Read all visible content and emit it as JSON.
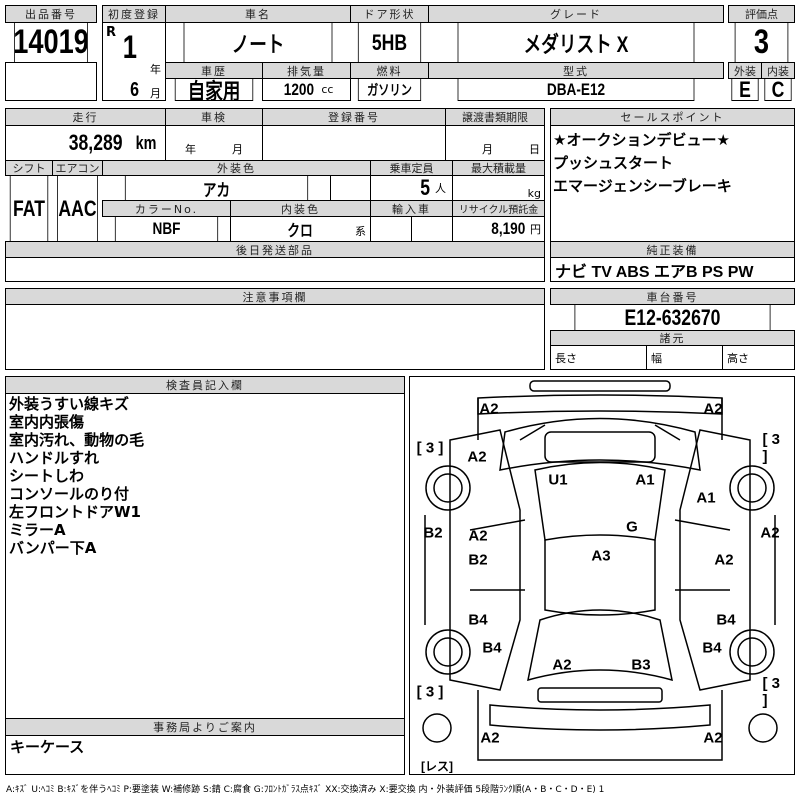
{
  "lot": {
    "label": "出品番号",
    "value": "14019"
  },
  "first_reg": {
    "label": "初度登録",
    "era": "R",
    "year": "1",
    "year_unit": "年",
    "month": "6",
    "month_unit": "月"
  },
  "car_name": {
    "label": "車名",
    "value": "ノート"
  },
  "door": {
    "label": "ドア形状",
    "value": "5HB"
  },
  "grade": {
    "label": "グレード",
    "value": "メダリスト X"
  },
  "history": {
    "label": "車歴",
    "value": "自家用"
  },
  "displacement": {
    "label": "排気量",
    "value": "1200",
    "unit": "cc"
  },
  "fuel": {
    "label": "燃料",
    "value": "ガソリン"
  },
  "model": {
    "label": "型式",
    "value": "DBA-E12"
  },
  "score": {
    "label": "評価点",
    "value": "3",
    "ext_label": "外装",
    "int_label": "内装",
    "ext": "E",
    "int": "C"
  },
  "mileage": {
    "label": "走行",
    "value": "38,289",
    "unit": "km"
  },
  "inspection": {
    "label": "車検",
    "year_unit": "年",
    "month_unit": "月"
  },
  "reg_no": {
    "label": "登録番号"
  },
  "transfer": {
    "label": "譲渡書類期限",
    "month_unit": "月",
    "day_unit": "日"
  },
  "shift": {
    "label": "シフト",
    "value": "FAT"
  },
  "ac": {
    "label": "エアコン",
    "value": "AAC"
  },
  "ext_color": {
    "label": "外装色",
    "value": "アカ"
  },
  "capacity": {
    "label": "乗車定員",
    "value": "5",
    "unit": "人"
  },
  "max_load": {
    "label": "最大積載量",
    "unit": "kg"
  },
  "color_no": {
    "label": "カラーNo.",
    "value": "NBF"
  },
  "int_color": {
    "label": "内装色",
    "value": "クロ",
    "unit": "系"
  },
  "import": {
    "label": "輸入車"
  },
  "recycle": {
    "label": "リサイクル預託金",
    "value": "8,190",
    "unit": "円"
  },
  "later_parts": {
    "label": "後日発送部品"
  },
  "sales_points": {
    "label": "セールスポイント",
    "items": [
      "★オークションデビュー★",
      "プッシュスタート",
      "エマージェンシーブレーキ"
    ]
  },
  "equipment": {
    "label": "純正装備",
    "value": "ナビ TV ABS エアB PS PW"
  },
  "notes": {
    "label": "注意事項欄"
  },
  "chassis": {
    "label": "車台番号",
    "value": "E12-632670",
    "spec_label": "諸元",
    "length": "長さ",
    "width": "幅",
    "height": "高さ"
  },
  "inspector": {
    "label": "検査員記入欄",
    "items": [
      "外装うすい線キズ",
      "室内内張傷",
      "室内汚れ、動物の毛",
      "ハンドルすれ",
      "シートしわ",
      "コンソールのり付",
      "左フロントドアW1",
      "ミラーA",
      "バンパー下A"
    ]
  },
  "office": {
    "label": "事務局よりご案内",
    "value": "キーケース"
  },
  "diagram": {
    "marks": [
      "A2",
      "A2",
      "[ 3 ]",
      "[ 3 ]",
      "A2",
      "U1",
      "A1",
      "A1",
      "B2",
      "A2",
      "G",
      "A2",
      "A3",
      "B2",
      "A2",
      "B4",
      "B4",
      "B4",
      "B4",
      "A2",
      "B3",
      "[ 3 ]",
      "[ 3 ]",
      "A2",
      "A2",
      "[レス]"
    ]
  },
  "legend": "A:ｷｽﾞ U:ﾍｺﾐ B:ｷｽﾞを伴うﾍｺﾐ P:要塗装 W:補修跡 S:錆 C:腐食 G:ﾌﾛﾝﾄｶﾞﾗｽ点ｷｽﾞ XX:交換済み X:要交換 内・外装評価 5段階ﾗﾝｸ順(A・B・C・D・E) 1"
}
